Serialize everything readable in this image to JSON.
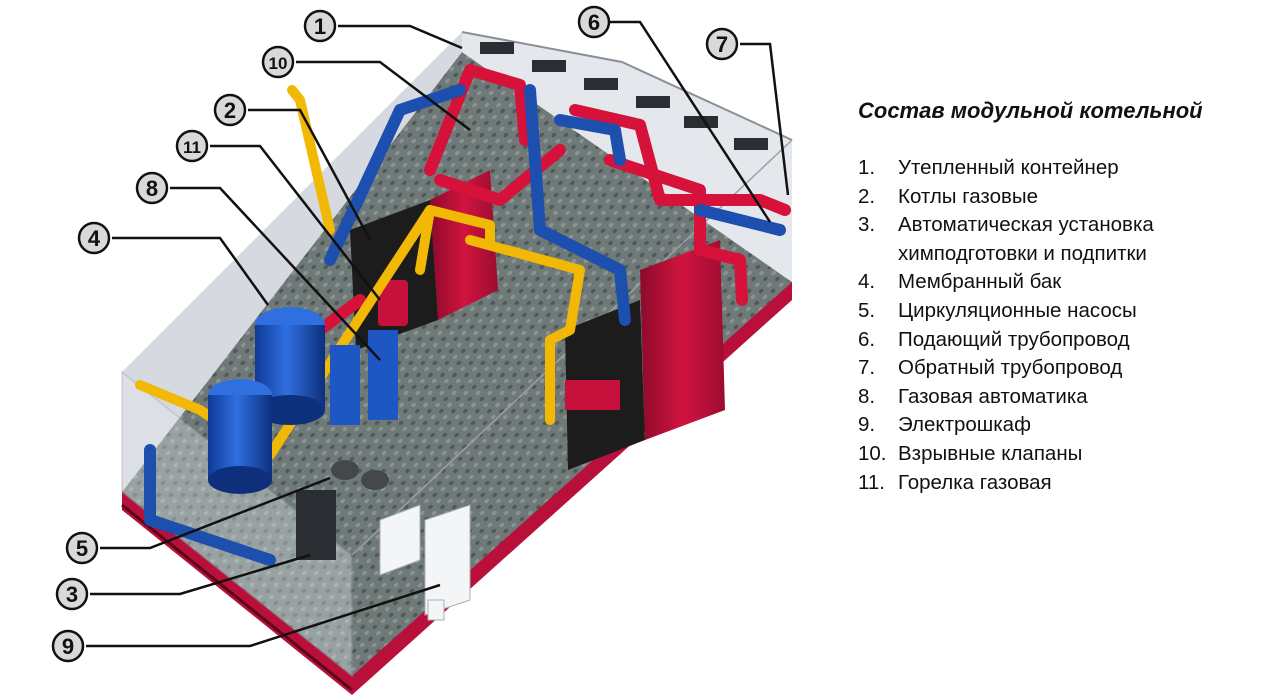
{
  "legend": {
    "title": "Состав модульной котельной",
    "items": [
      {
        "num": "1.",
        "text": "Утепленный контейнер"
      },
      {
        "num": "2.",
        "text": "Котлы газовые"
      },
      {
        "num": "3.",
        "text": "Автоматическая установка химподготовки и подпитки"
      },
      {
        "num": "4.",
        "text": "Мембранный бак"
      },
      {
        "num": "5.",
        "text": "Циркуляционные насосы"
      },
      {
        "num": "6.",
        "text": "Подающий трубопровод"
      },
      {
        "num": "7.",
        "text": "Обратный трубопровод"
      },
      {
        "num": "8.",
        "text": "Газовая автоматика"
      },
      {
        "num": "9.",
        "text": "Электрошкаф"
      },
      {
        "num": "10.",
        "text": "Взрывные клапаны"
      },
      {
        "num": "11.",
        "text": "Горелка газовая"
      }
    ]
  },
  "callouts": [
    {
      "label": "1"
    },
    {
      "label": "10"
    },
    {
      "label": "2"
    },
    {
      "label": "11"
    },
    {
      "label": "8"
    },
    {
      "label": "4"
    },
    {
      "label": "6"
    },
    {
      "label": "7"
    },
    {
      "label": "5"
    },
    {
      "label": "3"
    },
    {
      "label": "9"
    }
  ],
  "colors": {
    "supply_pipe": "#d6113a",
    "return_pipe": "#1d4fae",
    "gas_pipe": "#f2b806",
    "boiler": "#c8103c",
    "burner": "#1c1c1c",
    "tank": "#1e56c4",
    "floor": "#6f7a78",
    "base_frame": "#b8103a",
    "wall": "#dfe3e8",
    "callout_fill": "#d9d9d9"
  }
}
